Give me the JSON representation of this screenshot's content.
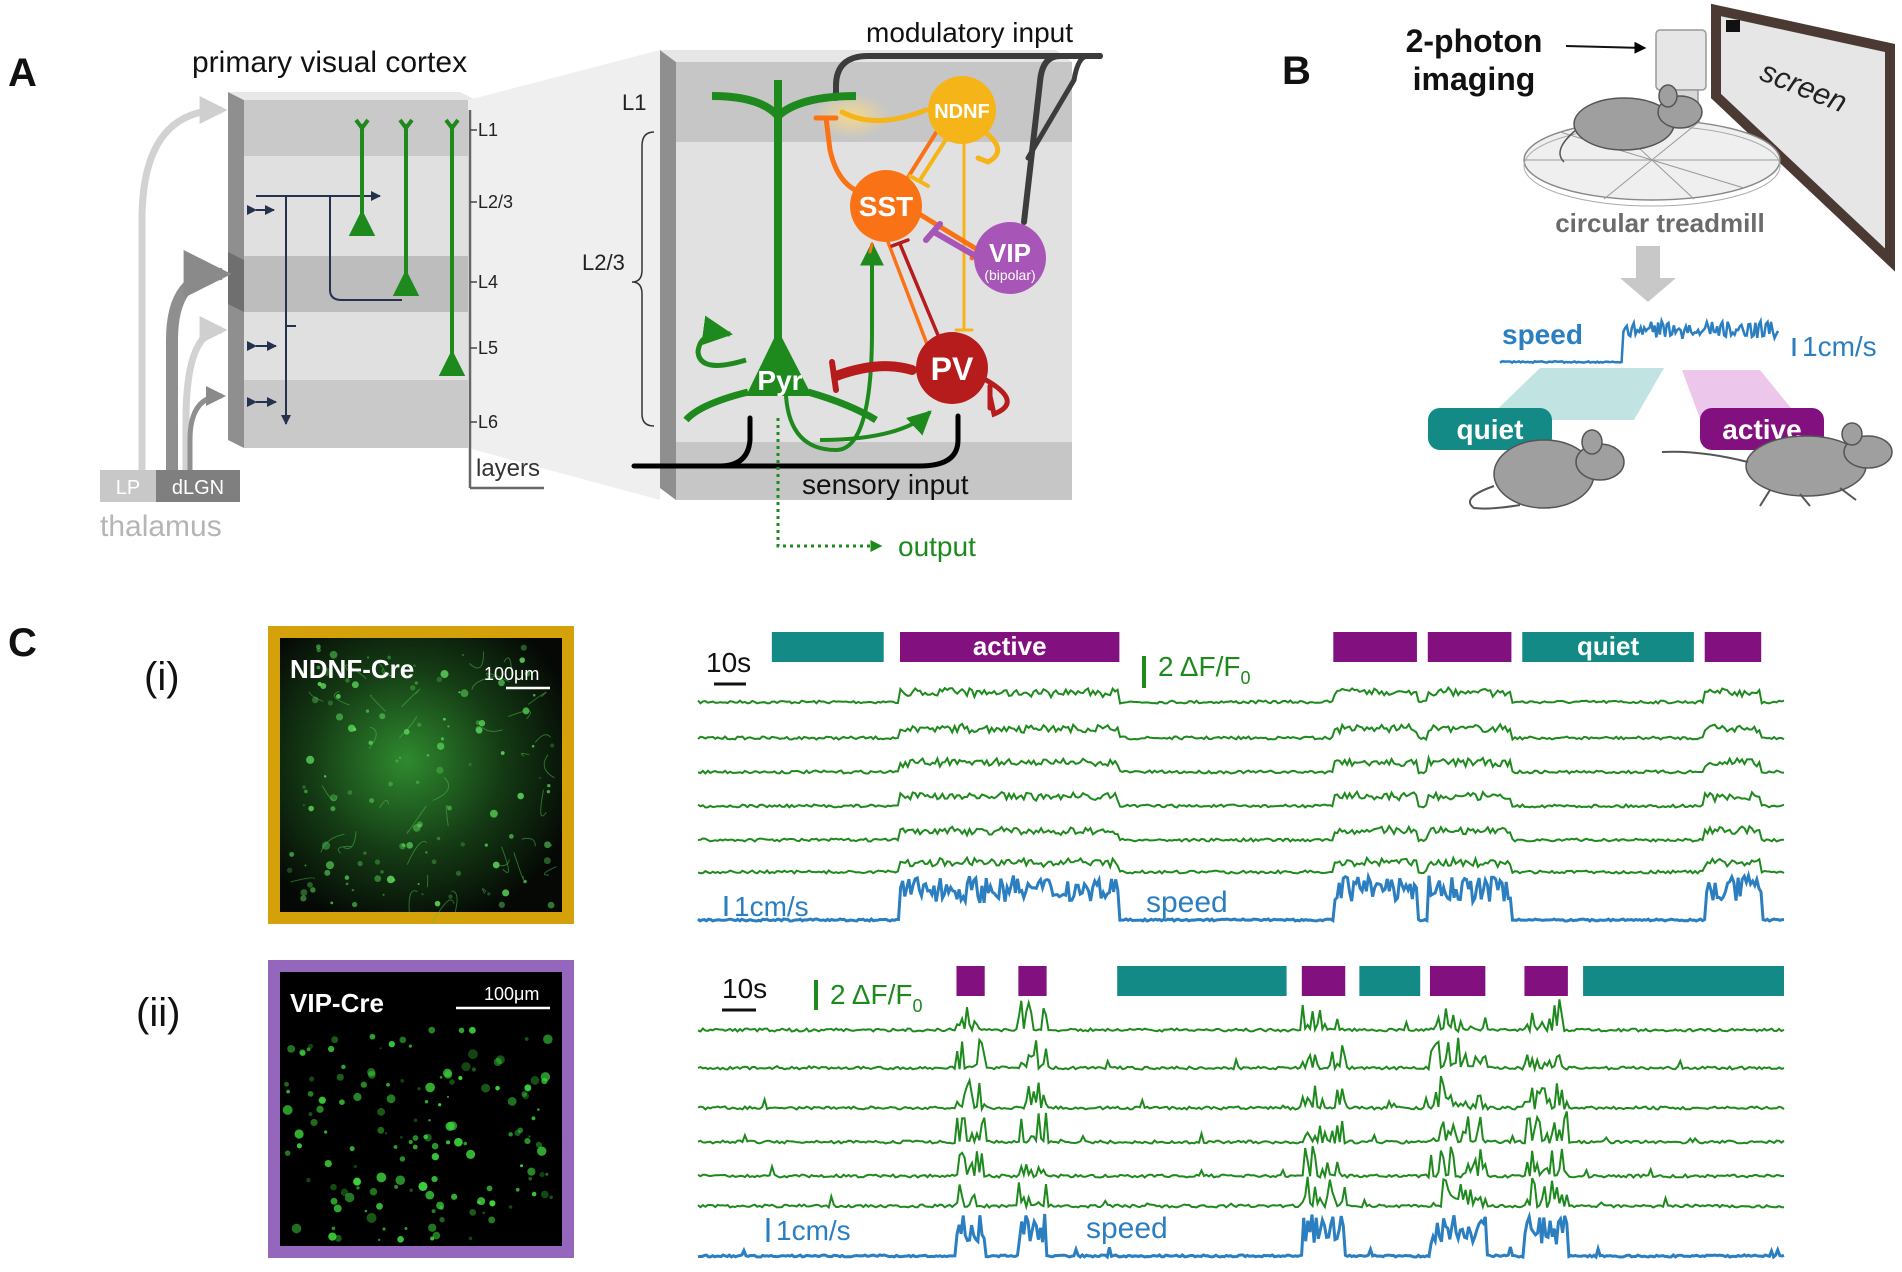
{
  "panels": {
    "a": "A",
    "b": "B",
    "c": "C"
  },
  "panel_a": {
    "cortex_title": "primary visual cortex",
    "layers": [
      "L1",
      "L2/3",
      "L4",
      "L5",
      "L6"
    ],
    "layers_label": "layers",
    "thalamus": {
      "lp": "LP",
      "dlgn": "dLGN",
      "label": "thalamus"
    },
    "zoom_layers": {
      "l1": "L1",
      "l23": "L2/3"
    },
    "modulatory_input": "modulatory input",
    "sensory_input": "sensory input",
    "output": "output",
    "cells": {
      "ndnf": "NDNF",
      "sst": "SST",
      "vip": "VIP",
      "vip_sub": "(bipolar)",
      "pv": "PV",
      "pyr": "Pyr"
    },
    "colors": {
      "ndnf": "#f5b418",
      "sst": "#f97316",
      "vip": "#a855b8",
      "pv": "#b71c1c",
      "pyr": "#1f8a1f",
      "input": "#3c3c3c"
    }
  },
  "panel_b": {
    "imaging_line1": "2-photon",
    "imaging_line2": "imaging",
    "screen": "screen",
    "treadmill": "circular treadmill",
    "speed": "speed",
    "speed_scale": "1cm/s",
    "quiet": "quiet",
    "active": "active",
    "colors": {
      "quiet": "#138a86",
      "active": "#82107e",
      "speed": "#2b7fc1"
    }
  },
  "panel_c": {
    "rows": [
      {
        "label": "(i)",
        "image_label": "NDNF-Cre",
        "scale_bar": "100μm",
        "border_color": "#d4a10b",
        "time_scale": "10s",
        "df_scale": "2 ΔF/F",
        "df_sub": "0",
        "speed_scale": "1cm/s",
        "speed_label": "speed",
        "states": [
          {
            "state": "quiet",
            "start": 0.068,
            "end": 0.171,
            "label": ""
          },
          {
            "state": "active",
            "start": 0.186,
            "end": 0.388,
            "label": "active"
          },
          {
            "state": "active",
            "start": 0.585,
            "end": 0.662,
            "label": ""
          },
          {
            "state": "active",
            "start": 0.672,
            "end": 0.749,
            "label": ""
          },
          {
            "state": "quiet",
            "start": 0.759,
            "end": 0.917,
            "label": "quiet"
          },
          {
            "state": "active",
            "start": 0.927,
            "end": 0.979,
            "label": ""
          }
        ]
      },
      {
        "label": "(ii)",
        "image_label": "VIP-Cre",
        "scale_bar": "100μm",
        "border_color": "#9467bd",
        "time_scale": "10s",
        "df_scale": "2 ΔF/F",
        "df_sub": "0",
        "speed_scale": "1cm/s",
        "speed_label": "speed",
        "states": [
          {
            "state": "active",
            "start": 0.238,
            "end": 0.264,
            "label": ""
          },
          {
            "state": "active",
            "start": 0.295,
            "end": 0.321,
            "label": ""
          },
          {
            "state": "quiet",
            "start": 0.386,
            "end": 0.542,
            "label": ""
          },
          {
            "state": "active",
            "start": 0.556,
            "end": 0.596,
            "label": ""
          },
          {
            "state": "quiet",
            "start": 0.609,
            "end": 0.665,
            "label": ""
          },
          {
            "state": "active",
            "start": 0.674,
            "end": 0.725,
            "label": ""
          },
          {
            "state": "active",
            "start": 0.761,
            "end": 0.801,
            "label": ""
          },
          {
            "state": "quiet",
            "start": 0.815,
            "end": 1.0,
            "label": ""
          }
        ]
      }
    ],
    "colors": {
      "trace": "#1e8a1e",
      "speed": "#2b7fc1",
      "quiet": "#138a86",
      "active": "#82107e"
    }
  }
}
